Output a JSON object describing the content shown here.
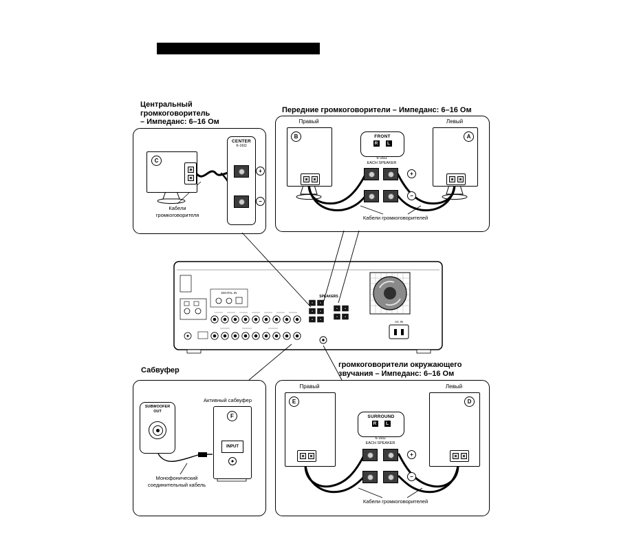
{
  "sym": {
    "plus": "+",
    "minus": "−"
  },
  "header": {
    "redacted_title": ""
  },
  "center_panel": {
    "title1": "Центральный",
    "title2": "громкоговоритель",
    "title3": "– Импеданс: 6–16 Ом",
    "speaker_letter": "C",
    "terminal_name": "CENTER",
    "impedance": "6-16Ω",
    "cable_label1": "Кабели",
    "cable_label2": "громкоговорителя"
  },
  "front_panel": {
    "title": "Передние громкоговорители – Импеданс: 6–16 Ом",
    "right_speaker_label": "Правый",
    "left_speaker_label": "Левый",
    "speaker_letter_right": "B",
    "speaker_letter_left": "A",
    "terminal_name": "FRONT",
    "terminal_r": "R",
    "terminal_l": "L",
    "impedance": "6-16Ω",
    "each_speaker": "EACH SPEAKER",
    "cable_label": "Кабели громкоговорителей"
  },
  "receiver": {
    "speakers_label": "SPEAKERS",
    "digital_label": "DIGITAL IN",
    "ac_label": "AC IN"
  },
  "subwoofer_panel": {
    "title": "Сабвуфер",
    "jack_label1": "SUBWOOFER",
    "jack_label2": "OUT",
    "active_label": "Активный сабвуфер",
    "speaker_letter": "F",
    "input_label": "INPUT",
    "cable_label1": "Монофонический",
    "cable_label2": "соединительный кабель"
  },
  "surround_panel": {
    "title1": "громкоговорители окружающего",
    "title2": "звучания – Импеданс: 6–16 Ом",
    "right_speaker_label": "Правый",
    "left_speaker_label": "Левый",
    "speaker_letter_right": "E",
    "speaker_letter_left": "D",
    "terminal_name": "SURROUND",
    "terminal_r": "R",
    "terminal_l": "L",
    "impedance": "6-16Ω",
    "each_speaker": "EACH SPEAKER",
    "cable_label": "Кабели громкоговорителей"
  }
}
